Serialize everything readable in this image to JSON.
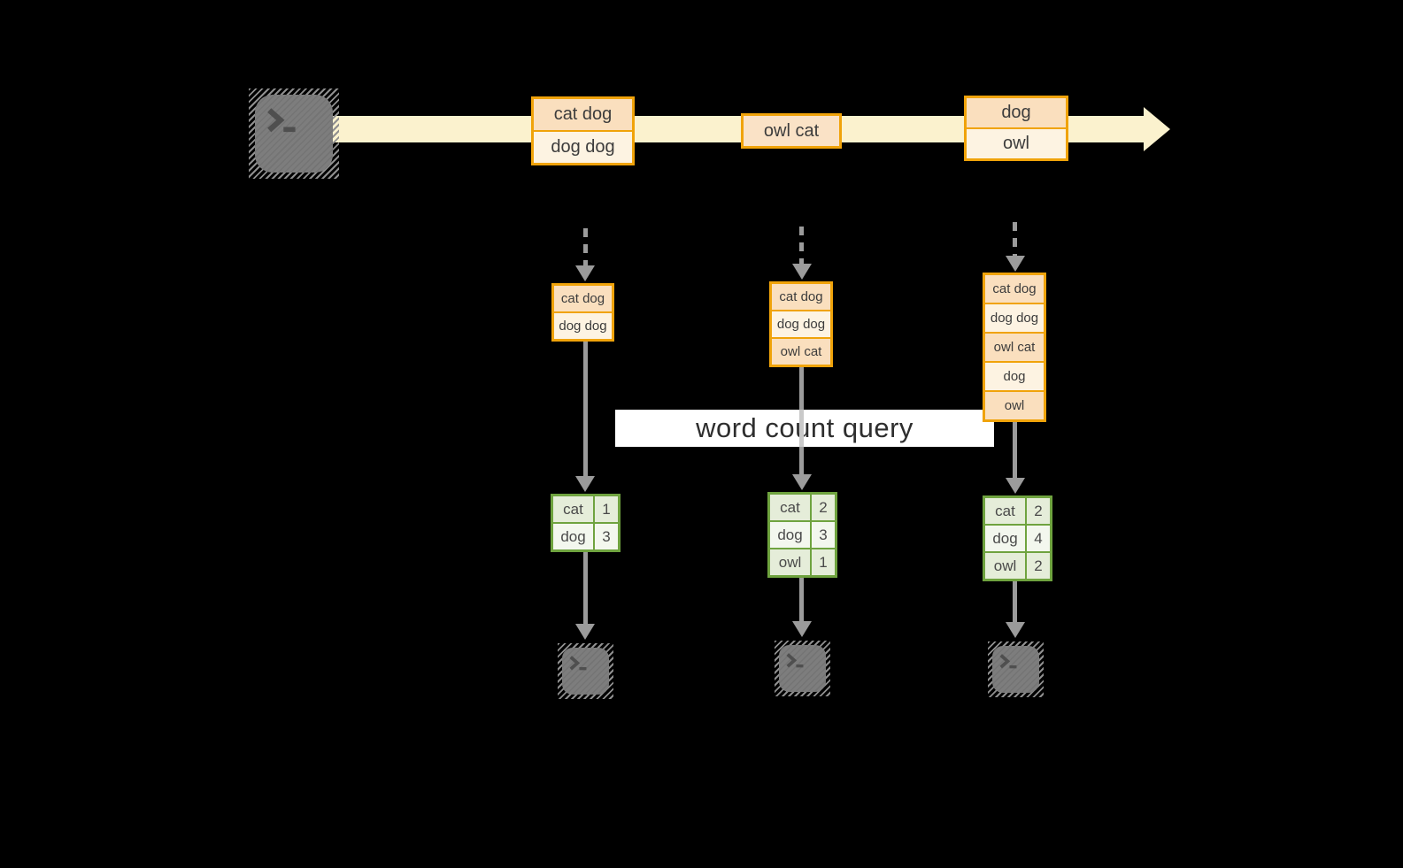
{
  "query": {
    "label": "word count query"
  },
  "stream": {
    "events": [
      {
        "rows": [
          "cat dog",
          "dog dog"
        ]
      },
      {
        "rows": [
          "owl cat"
        ]
      },
      {
        "rows": [
          "dog",
          "owl"
        ]
      }
    ]
  },
  "columns": [
    {
      "state_rows": [
        "cat dog",
        "dog dog"
      ],
      "counts": [
        {
          "word": "cat",
          "count": "1"
        },
        {
          "word": "dog",
          "count": "3"
        }
      ]
    },
    {
      "state_rows": [
        "cat dog",
        "dog dog",
        "owl cat"
      ],
      "counts": [
        {
          "word": "cat",
          "count": "2"
        },
        {
          "word": "dog",
          "count": "3"
        },
        {
          "word": "owl",
          "count": "1"
        }
      ]
    },
    {
      "state_rows": [
        "cat dog",
        "dog dog",
        "owl cat",
        "dog",
        "owl"
      ],
      "counts": [
        {
          "word": "cat",
          "count": "2"
        },
        {
          "word": "dog",
          "count": "4"
        },
        {
          "word": "owl",
          "count": "2"
        }
      ]
    }
  ],
  "icons": {
    "source": "terminal-icon",
    "sinks": [
      "terminal-icon",
      "terminal-icon",
      "terminal-icon"
    ]
  },
  "colors": {
    "background": "#000000",
    "stream_fill": "#FBF2CE",
    "event_border": "#F0A30A",
    "event_fill_dark": "#FADFBE",
    "event_fill_light": "#FDF3E2",
    "table_border": "#6FA33F",
    "table_fill_dark": "#E5EDD9",
    "table_fill_light": "#F3F7EE",
    "arrow_gray": "#9B9B9B",
    "query_band": "#FFFFFF"
  }
}
